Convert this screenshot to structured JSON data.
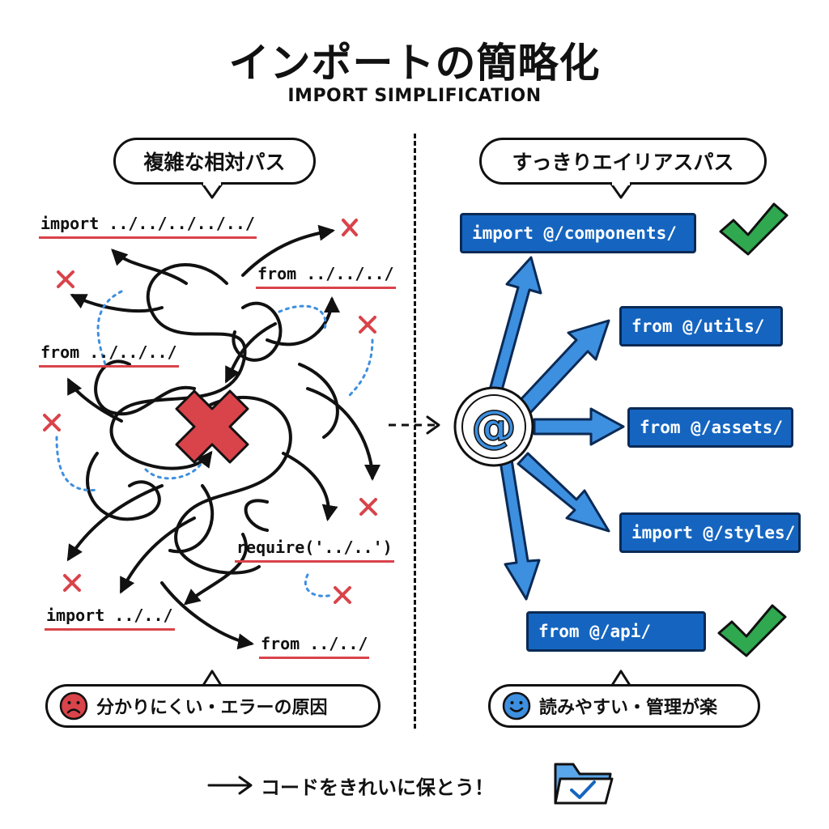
{
  "header": {
    "title": "インポートの簡略化",
    "subtitle": "IMPORT SIMPLIFICATION"
  },
  "left": {
    "label": "複雑な相対パス",
    "paths": [
      "import ../../../../../",
      "from ../../../",
      "from ../../../",
      "require('../..')",
      "import ../../",
      "from ../../"
    ],
    "caption": "分かりにくい・エラーの原因"
  },
  "right": {
    "label": "すっきりエイリアスパス",
    "hub_symbol": "@",
    "paths": [
      "import @/components/",
      "from @/utils/",
      "from @/assets/",
      "import @/styles/",
      "from @/api/"
    ],
    "caption": "読みやすい・管理が楽"
  },
  "footer": {
    "text": "コードをきれいに保とう！"
  },
  "colors": {
    "error_red": "#d9434a",
    "alias_blue": "#1565c0",
    "arrow_blue": "#3d8fe0",
    "check_green": "#2fa84f"
  },
  "icons": [
    "cross-icon",
    "check-icon",
    "sad-face-icon",
    "smile-face-icon",
    "folder-check-icon",
    "arrow-right-icon"
  ]
}
